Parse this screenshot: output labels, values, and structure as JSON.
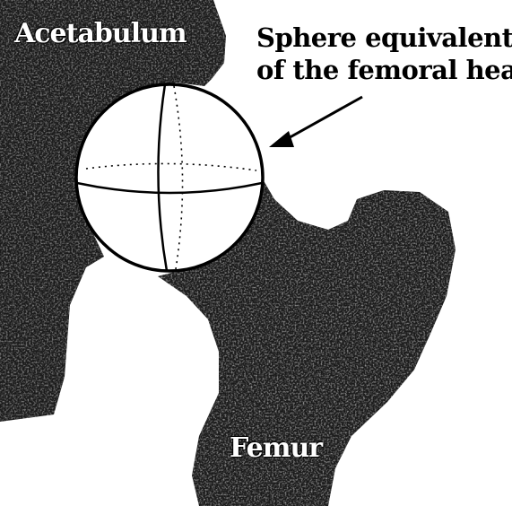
{
  "labels": {
    "acetabulum": "Acetabulum",
    "sphere_line1": "Sphere equivalent",
    "sphere_line2": "of the femoral head",
    "femur": "Femur"
  },
  "colors": {
    "bone": "#1a1a1a",
    "background": "#ffffff",
    "sphere_fill": "#ffffff",
    "outline": "#000000"
  }
}
